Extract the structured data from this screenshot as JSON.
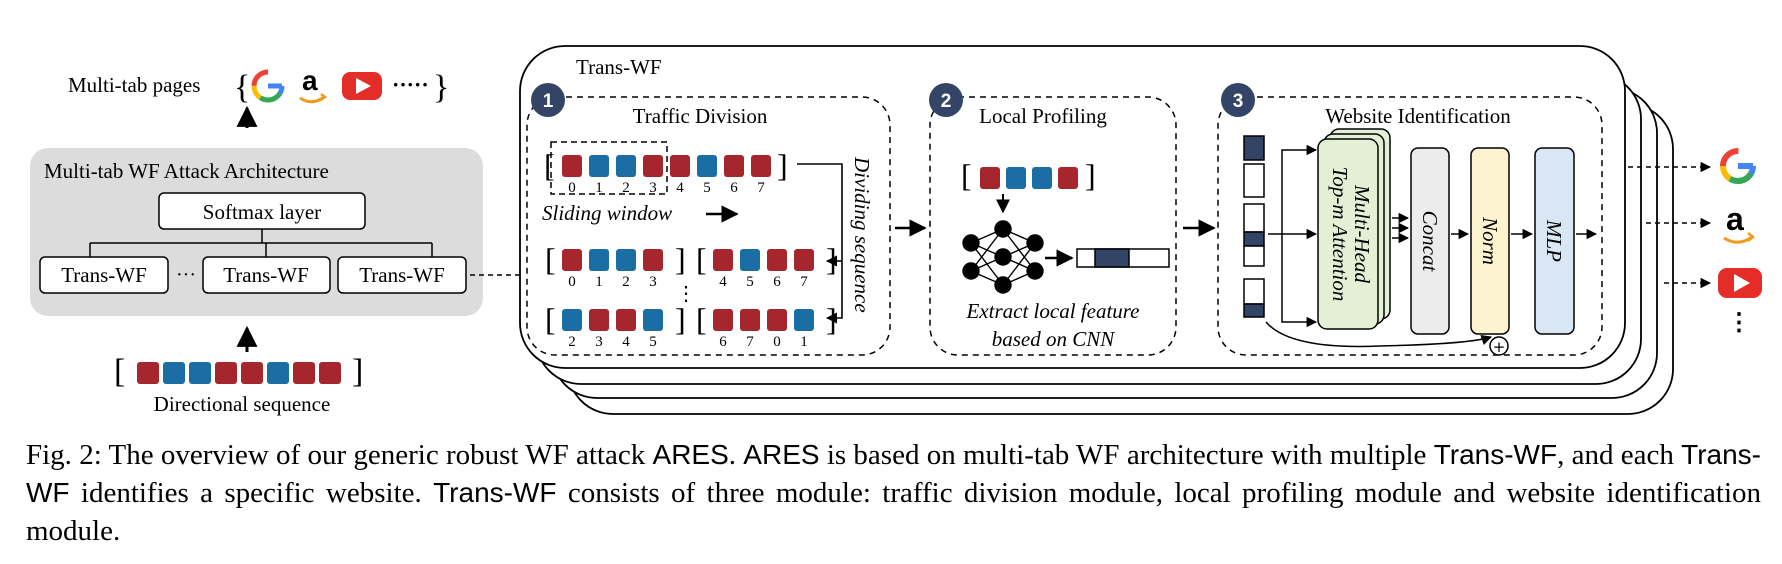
{
  "left_panel": {
    "multitab_label": "Multi-tab pages",
    "ellipsis_top": "·····",
    "architecture_title": "Multi-tab WF Attack Architecture",
    "softmax_label": "Softmax layer",
    "transwf_labels": [
      "Trans-WF",
      "Trans-WF",
      "Trans-WF"
    ],
    "dots": "···",
    "directional_label": "Directional sequence",
    "sequence_colors": [
      "red",
      "blue",
      "blue",
      "red",
      "red",
      "blue",
      "red",
      "red"
    ]
  },
  "transwf_panel": {
    "title": "Trans-WF",
    "module1": {
      "number": "1",
      "title": "Traffic Division",
      "top_indices": [
        "0",
        "1",
        "2",
        "3",
        "4",
        "5",
        "6",
        "7"
      ],
      "sliding_window": "Sliding window",
      "dividing_sequence": "Dividing sequence",
      "windows": [
        {
          "indices": [
            "0",
            "1",
            "2",
            "3"
          ]
        },
        {
          "indices": [
            "4",
            "5",
            "6",
            "7"
          ]
        },
        {
          "indices": [
            "2",
            "3",
            "4",
            "5"
          ]
        },
        {
          "indices": [
            "6",
            "7",
            "0",
            "1"
          ]
        }
      ],
      "vdots": "⋮"
    },
    "module2": {
      "number": "2",
      "title": "Local Profiling",
      "caption_line1": "Extract local feature",
      "caption_line2": "based on CNN"
    },
    "module3": {
      "number": "3",
      "title": "Website Identification",
      "attention_line1": "Multi-Head",
      "attention_line2": "Top-m Attention",
      "concat": "Concat",
      "norm": "Norm",
      "mlp": "MLP",
      "plus": "+"
    }
  },
  "outputs": {
    "icons": [
      "google-icon",
      "amazon-icon",
      "youtube-icon"
    ],
    "vdots": "⋮"
  },
  "colors": {
    "red": "#a6262e",
    "blue": "#1a6ea3",
    "navy": "#334466",
    "gray_panel": "#dcdcdc",
    "attention_fill": "#e3f0d5",
    "concat_fill": "#ececec",
    "norm_fill": "#fdf3cf",
    "mlp_fill": "#d9e6f4"
  },
  "caption": {
    "p1": "Fig. 2: The overview of our generic robust WF attack ",
    "ares1": "ARES",
    "p2": ". ",
    "ares2": "ARES",
    "p3": " is based on multi-tab WF architecture with multiple ",
    "tw1": "Trans-WF",
    "p4": ", and each ",
    "tw2": "Trans-WF",
    "p5": " identifies a specific website. ",
    "tw3": "Trans-WF",
    "p6": " consists of three module: traffic division module, local profiling module and website identification module."
  }
}
